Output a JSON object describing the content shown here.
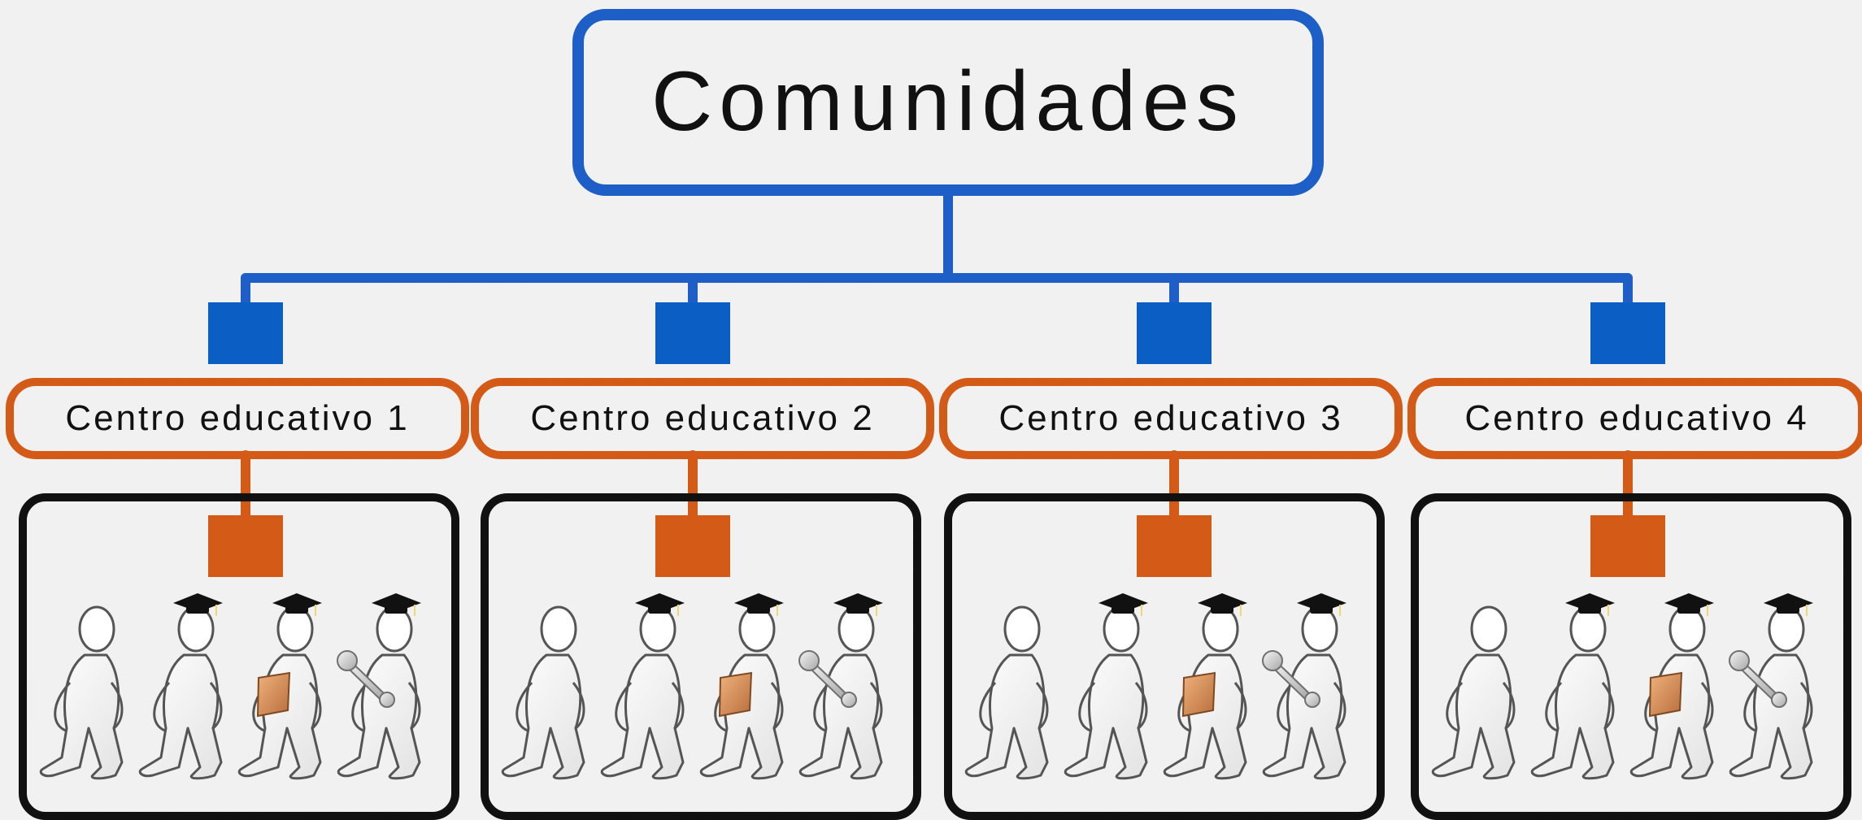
{
  "diagram": {
    "root": {
      "label": "Comunidades"
    },
    "centres": [
      {
        "label": "Centro educativo 1"
      },
      {
        "label": "Centro educativo 2"
      },
      {
        "label": "Centro educativo 3"
      },
      {
        "label": "Centro educativo 4"
      }
    ],
    "figure_types": [
      "person-icon",
      "graduate-person-icon",
      "graduate-with-book-icon",
      "graduate-with-wrench-icon"
    ],
    "colors": {
      "background": "#f1f1f1",
      "root_border": "#1d5fc6",
      "connectors_top": "#1d5fc6",
      "node_blue": "#0b5ec4",
      "centre_border": "#d35a17",
      "node_orange": "#d35a17",
      "group_border": "#111111",
      "figure_fill": "#ffffff",
      "figure_stroke": "#555555",
      "cap_fill": "#111111",
      "book_fill": "#cf8b57",
      "wrench_fill": "#d8d8d8"
    }
  }
}
